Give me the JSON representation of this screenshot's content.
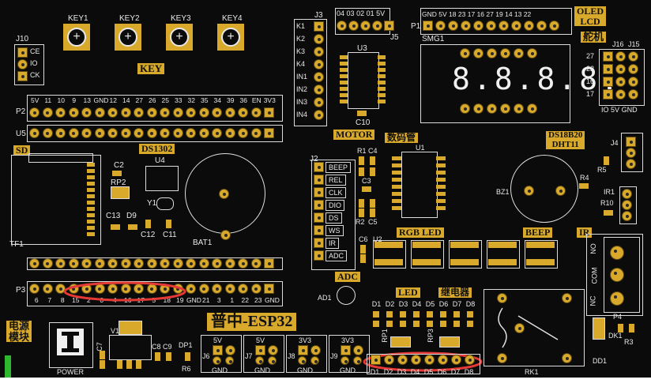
{
  "board": {
    "keys": [
      "KEY1",
      "KEY2",
      "KEY3",
      "KEY4"
    ],
    "key_title": "KEY",
    "j10": {
      "label": "J10",
      "pins": [
        "CE",
        "IO",
        "CK"
      ]
    },
    "j3": {
      "label": "J3",
      "pins": [
        "K1",
        "K2",
        "K3",
        "K4",
        "IN1",
        "IN2",
        "IN3",
        "IN4"
      ]
    },
    "j5": {
      "label": "J5",
      "pins": [
        "04",
        "03",
        "02",
        "01",
        "5V"
      ]
    },
    "u3": "U3",
    "c10": "C10",
    "motor": "MOTOR",
    "p1": {
      "label": "P1",
      "pins": [
        "GND",
        "5V",
        "18",
        "23",
        "17",
        "16",
        "27",
        "19",
        "14",
        "13",
        "22"
      ]
    },
    "oled": [
      "OLED",
      "LCD"
    ],
    "smg1": "SMG1",
    "segment_display": "8.8.8.8.",
    "servo": "舵机",
    "j16": "J16",
    "j15": "J15",
    "servo_pins": [
      "27",
      "22",
      "16",
      "17"
    ],
    "servo_bottom": [
      "IO",
      "5V",
      "GND"
    ],
    "p2": {
      "label": "P2",
      "pins": [
        "5V",
        "11",
        "10",
        "9",
        "13",
        "GND",
        "12",
        "14",
        "27",
        "26",
        "25",
        "33",
        "32",
        "35",
        "34",
        "39",
        "36",
        "EN",
        "3V3"
      ]
    },
    "u5": "U5",
    "sd": "SD",
    "tf1": "TF1",
    "c2": "C2",
    "rp2": "RP2",
    "ds1302": "DS1302",
    "u4": "U4",
    "y1": "Y1",
    "c13": "C13",
    "d9": "D9",
    "c12": "C12",
    "c11": "C11",
    "bat1": "BAT1",
    "j2": "J2",
    "j2_pins": [
      "BEEP",
      "REL",
      "CLK",
      "DIO",
      "DS",
      "WS",
      "IR",
      "ADC"
    ],
    "adc": "ADC",
    "r1": "R1",
    "c4": "C4",
    "c3": "C3",
    "r2": "R2",
    "c5": "C5",
    "c6": "C6",
    "u2": "U2",
    "u1": "U1",
    "seg_title": "数码管",
    "rgb_led": "RGB LED",
    "ds18b20": [
      "DS18B20",
      "DHT11"
    ],
    "j4": "J4",
    "r5": "R5",
    "r4": "R4",
    "bz1": "BZ1",
    "ir1": "IR1",
    "r10": "R10",
    "beep": "BEEP",
    "ir": "IR",
    "relay_pins": [
      "NO",
      "COM",
      "NC"
    ],
    "p3": {
      "label": "P3",
      "pins": [
        "6",
        "7",
        "8",
        "15",
        "2",
        "0",
        "4",
        "16",
        "17",
        "5",
        "18",
        "19",
        "GND",
        "21",
        "3",
        "1",
        "22",
        "23",
        "GND"
      ]
    },
    "ad1": "AD1",
    "led": "LED",
    "relay": "继电器",
    "led_labels": [
      "D1",
      "D2",
      "D3",
      "D4",
      "D5",
      "D6",
      "D7",
      "D8"
    ],
    "rp1": "RP1",
    "rp3": "RP3",
    "d_bottom": [
      "D1",
      "D2",
      "D3",
      "D4",
      "D5",
      "D6",
      "D7",
      "D8"
    ],
    "rk1": "RK1",
    "dk1": "DK1",
    "dd1": "DD1",
    "p4": "P4",
    "r3": "R3",
    "power_module": [
      "电源",
      "模块"
    ],
    "power": "POWER",
    "v1": "V1",
    "c7": "C7",
    "c8": "C8",
    "c9": "C9",
    "dp1": "DP1",
    "r6": "R6",
    "title": "普中-ESP32",
    "power_headers": {
      "tops": [
        "5V",
        "5V",
        "3V3",
        "3V3"
      ],
      "names": [
        "J6",
        "J7",
        "J8",
        "J9"
      ],
      "bottoms": [
        "GND",
        "GND",
        "GND",
        "GND"
      ]
    },
    "highlight_color": "#e53935",
    "gold_color": "#d8a92a"
  }
}
